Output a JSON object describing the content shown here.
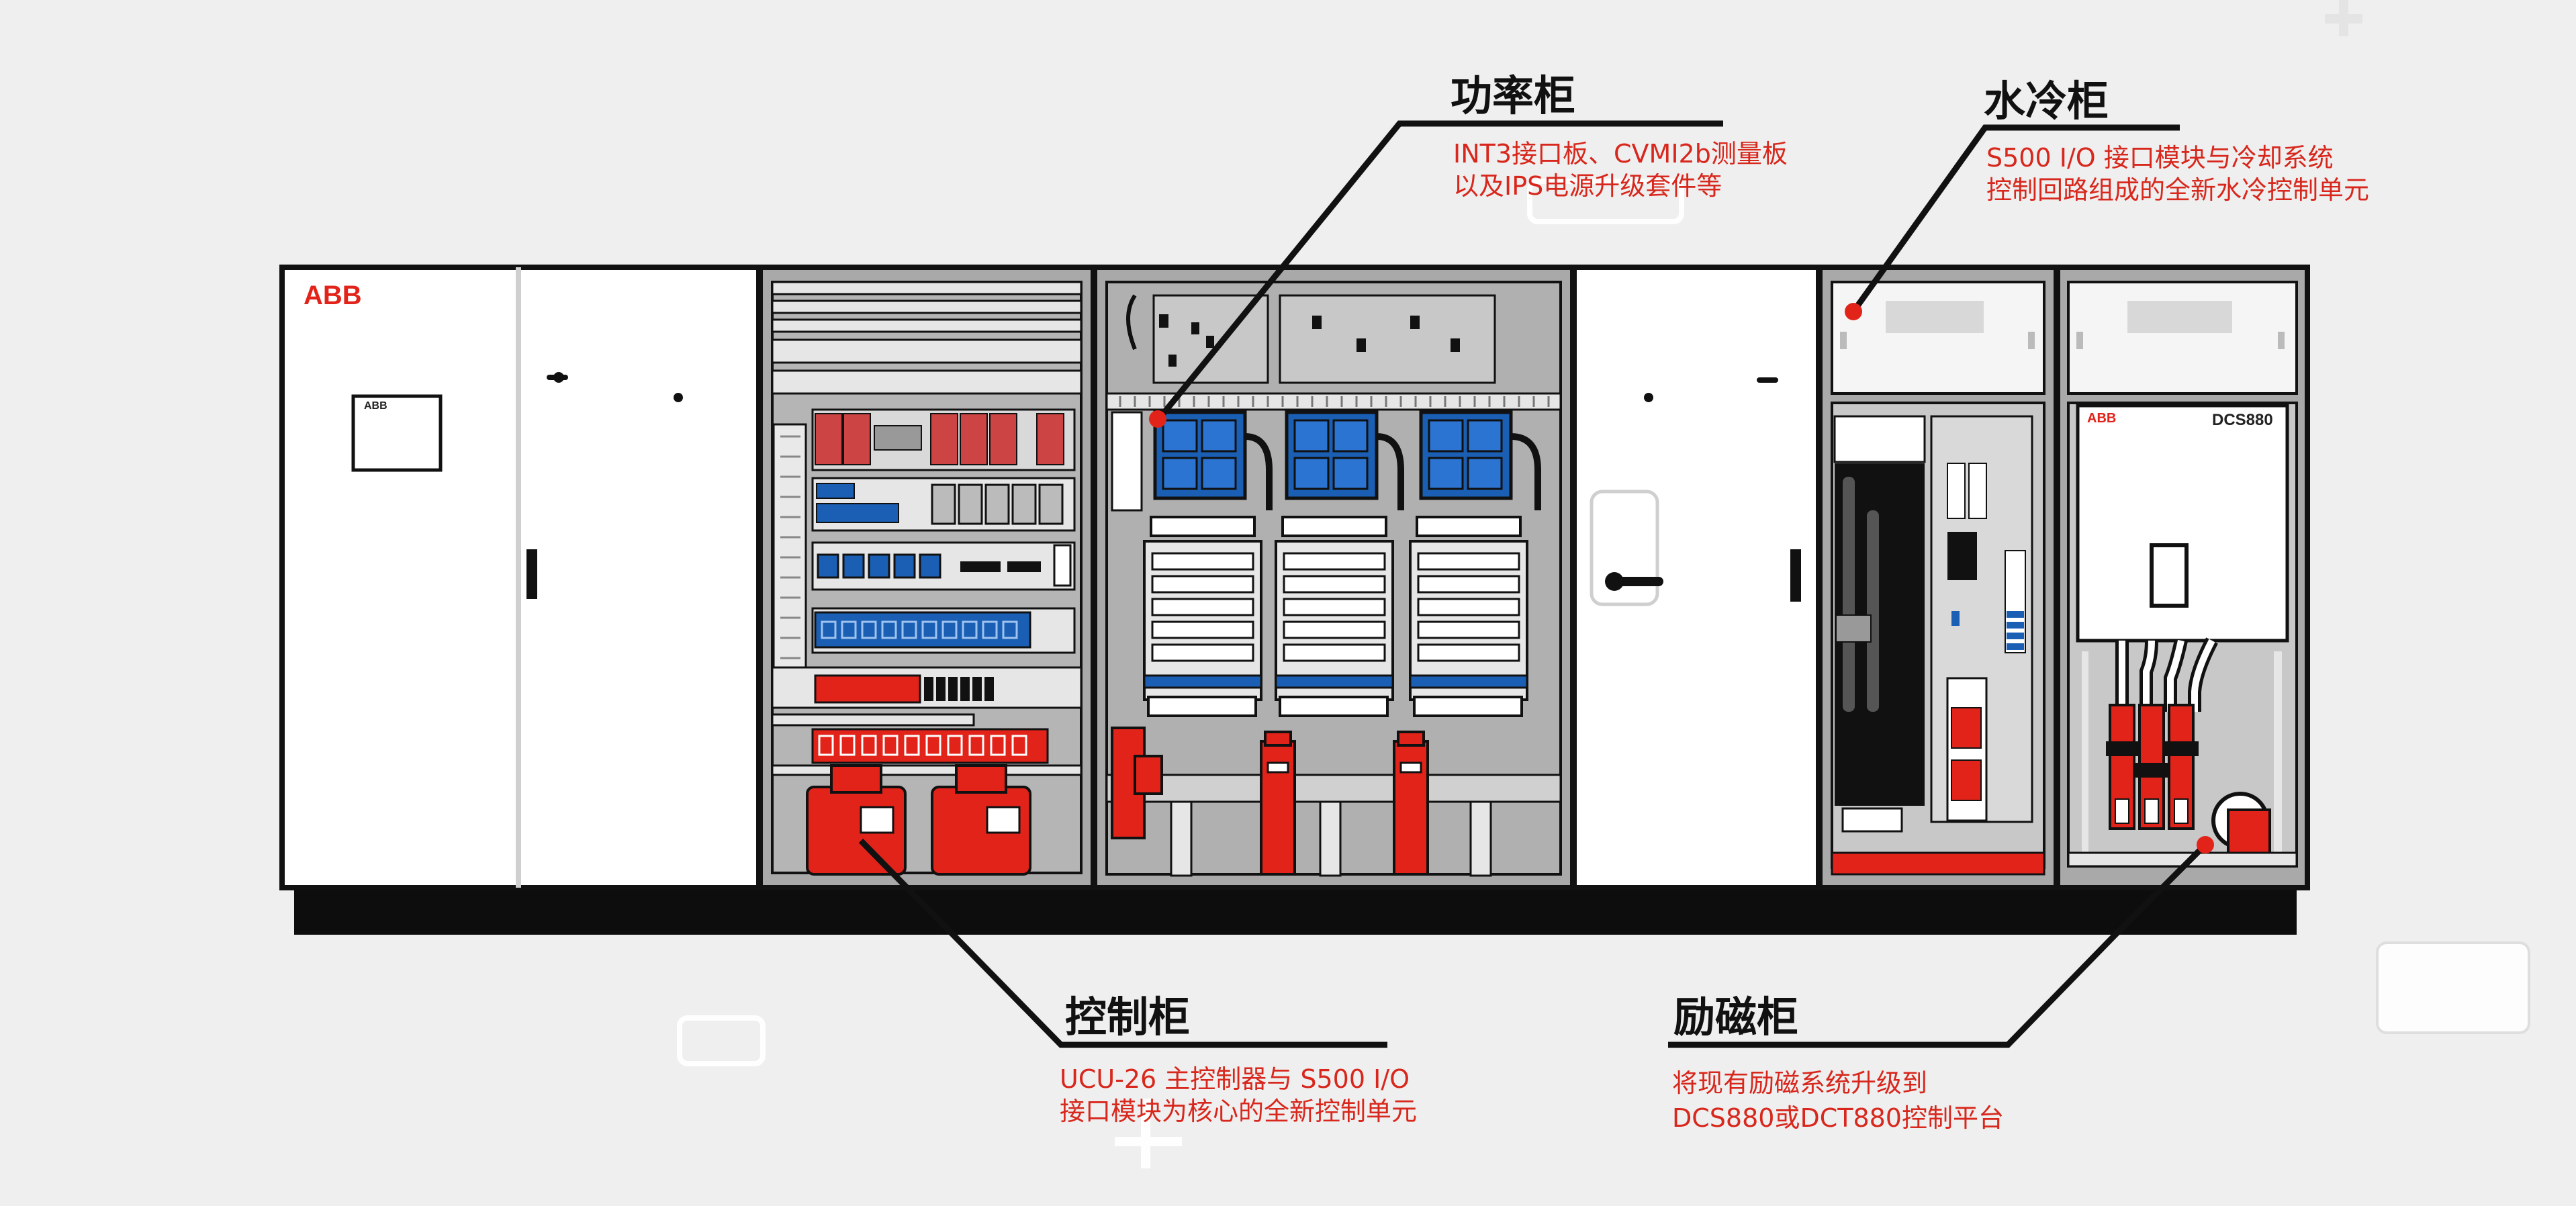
{
  "colors": {
    "background": "#efefef",
    "cabinet_gray": "#a9a9a9",
    "accent_red": "#e2231a",
    "module_blue": "#1a5fb4",
    "outline": "#111111"
  },
  "brand": {
    "left_cabinet_logo": "ABB",
    "left_door_label": "ABB",
    "excitation_unit_logo": "ABB",
    "excitation_unit_model": "DCS880"
  },
  "callouts": [
    {
      "id": "power",
      "title": "功率柜",
      "lines": [
        "INT3接口板、CVMI2b测量板",
        "以及IPS电源升级套件等"
      ]
    },
    {
      "id": "water",
      "title": "水冷柜",
      "lines": [
        "S500 I/O 接口模块与冷却系统",
        "控制回路组成的全新水冷控制单元"
      ]
    },
    {
      "id": "control",
      "title": "控制柜",
      "lines": [
        "UCU-26 主控制器与 S500 I/O",
        "接口模块为核心的全新控制单元"
      ]
    },
    {
      "id": "excitation",
      "title": "励磁柜",
      "lines": [
        "将现有励磁系统升级到",
        "DCS880或DCT880控制平台"
      ]
    }
  ]
}
